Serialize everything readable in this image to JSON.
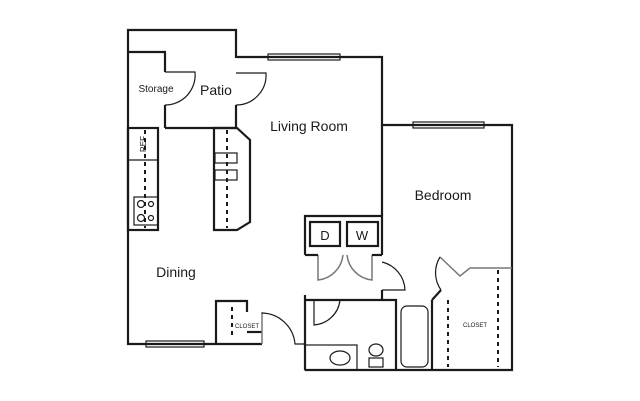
{
  "rooms": {
    "storage": "Storage",
    "patio": "Patio",
    "living_room": "Living Room",
    "bedroom": "Bedroom",
    "dining": "Dining",
    "hall_closet": "CLOSET",
    "bedroom_closet": "CLOSET"
  },
  "fixtures": {
    "refrigerator": "REF",
    "dryer": "D",
    "washer": "W"
  }
}
